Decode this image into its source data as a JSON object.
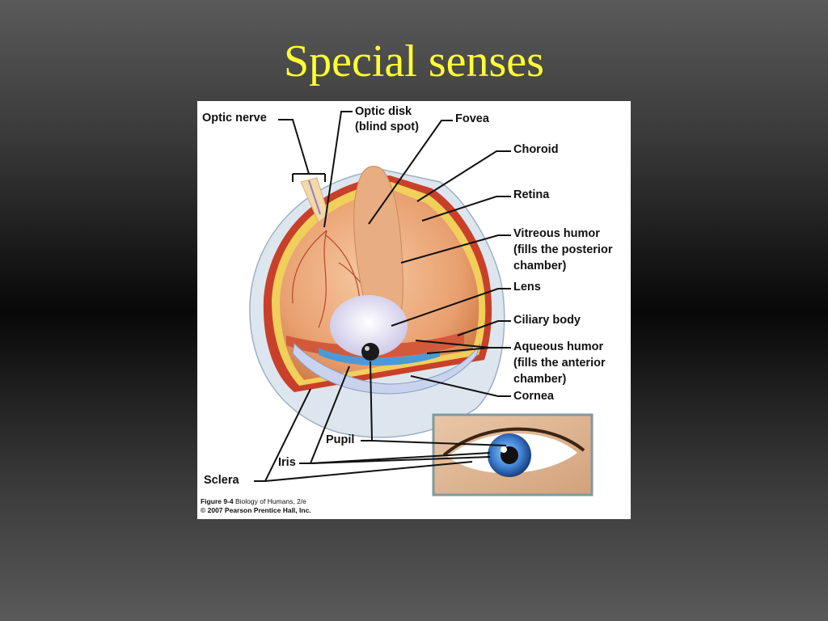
{
  "slide": {
    "title": "Special senses"
  },
  "figure": {
    "labels": {
      "optic_nerve": "Optic nerve",
      "optic_disk_1": "Optic disk",
      "optic_disk_2": "(blind spot)",
      "fovea": "Fovea",
      "choroid": "Choroid",
      "retina": "Retina",
      "vitreous_1": "Vitreous humor",
      "vitreous_2": "(fills the posterior",
      "vitreous_3": "chamber)",
      "lens": "Lens",
      "ciliary_body": "Ciliary body",
      "aqueous_1": "Aqueous humor",
      "aqueous_2": "(fills the anterior",
      "aqueous_3": "chamber)",
      "cornea": "Cornea",
      "pupil": "Pupil",
      "iris": "Iris",
      "sclera": "Sclera"
    },
    "caption": {
      "line1_bold": "Figure 9-4",
      "line1_rest": "Biology of Humans, 2/e",
      "line2": "© 2007 Pearson Prentice Hall, Inc."
    }
  },
  "colors": {
    "title": "#ffff33",
    "iris_blue": "#2f6fc0",
    "retina_orange": "#e07a3a",
    "choroid_red": "#c8402a"
  }
}
